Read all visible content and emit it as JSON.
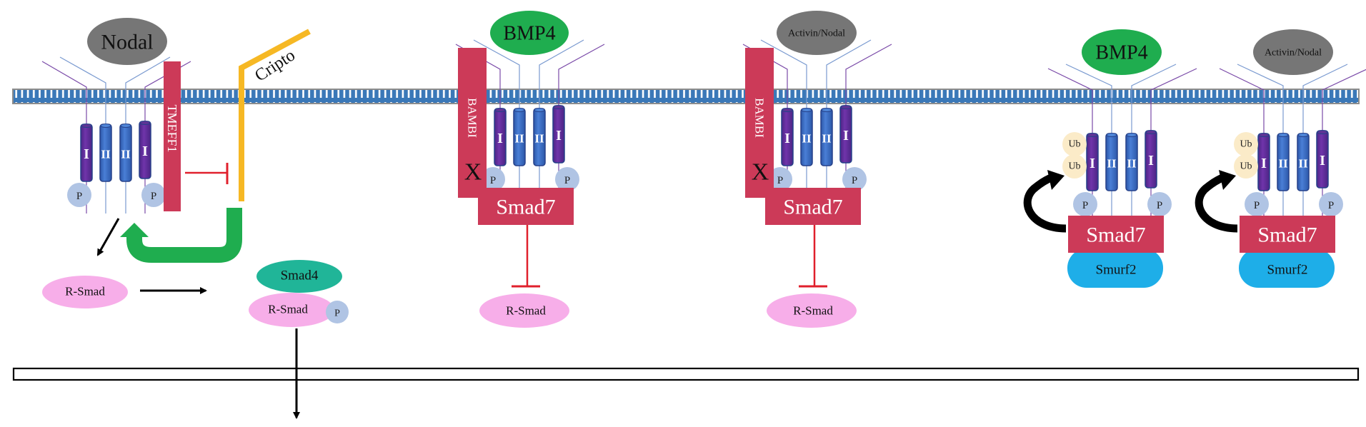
{
  "colors": {
    "membrane": "#3a78b8",
    "membrane_border": "#8c8c8c",
    "receptor_type1": "#6a2ea0",
    "receptor_type2": "#3a6cc4",
    "receptor_edge": "#26418a",
    "phospho": "#b0c4e4",
    "red_protein": "#cc3a58",
    "inhibit_line": "#e0202c",
    "nodal_gray": "#767676",
    "bmp4_green": "#1fad4f",
    "cripto_yellow": "#f6b824",
    "feedback_green": "#1fad4f",
    "rsmad_pink": "#f7aee9",
    "smad4_teal": "#20b598",
    "smurf2_blue": "#1eaee8",
    "ub_cream": "#fbebc8"
  },
  "membranes": {
    "plasma": "plasma-membrane",
    "nuclear": "nuclear-membrane"
  },
  "panels": [
    {
      "id": "nodal-cripto-tmeff1",
      "ligand": "Nodal",
      "coreceptor": "Cripto",
      "inhibitor": "TMEFF1",
      "receptor_labels": [
        "I",
        "II",
        "II",
        "I"
      ],
      "phospho_label": "P",
      "rsmad": "R-Smad",
      "smad4": "Smad4",
      "rsmad_complex": "R-Smad",
      "rsmad_complex_phospho": "P"
    },
    {
      "id": "bmp4-bambi-smad7",
      "ligand": "BMP4",
      "pseudoreceptor": "BAMBI",
      "block_mark": "X",
      "receptor_labels": [
        "I",
        "II",
        "II",
        "I"
      ],
      "phospho_label": "P",
      "smad7": "Smad7",
      "rsmad": "R-Smad"
    },
    {
      "id": "activin-nodal-bambi-smad7",
      "ligand": "Activin/Nodal",
      "pseudoreceptor": "BAMBI",
      "block_mark": "X",
      "receptor_labels": [
        "I",
        "II",
        "II",
        "I"
      ],
      "phospho_label": "P",
      "smad7": "Smad7",
      "rsmad": "R-Smad"
    },
    {
      "id": "bmp4-smad7-smurf2",
      "ligand": "BMP4",
      "receptor_labels": [
        "I",
        "II",
        "II",
        "I"
      ],
      "phospho_label": "P",
      "ubiquitin": [
        "Ub",
        "Ub"
      ],
      "smad7": "Smad7",
      "e3_ligase": "Smurf2"
    },
    {
      "id": "activin-nodal-smad7-smurf2",
      "ligand": "Activin/Nodal",
      "receptor_labels": [
        "I",
        "II",
        "II",
        "I"
      ],
      "phospho_label": "P",
      "ubiquitin": [
        "Ub",
        "Ub"
      ],
      "smad7": "Smad7",
      "e3_ligase": "Smurf2"
    }
  ]
}
